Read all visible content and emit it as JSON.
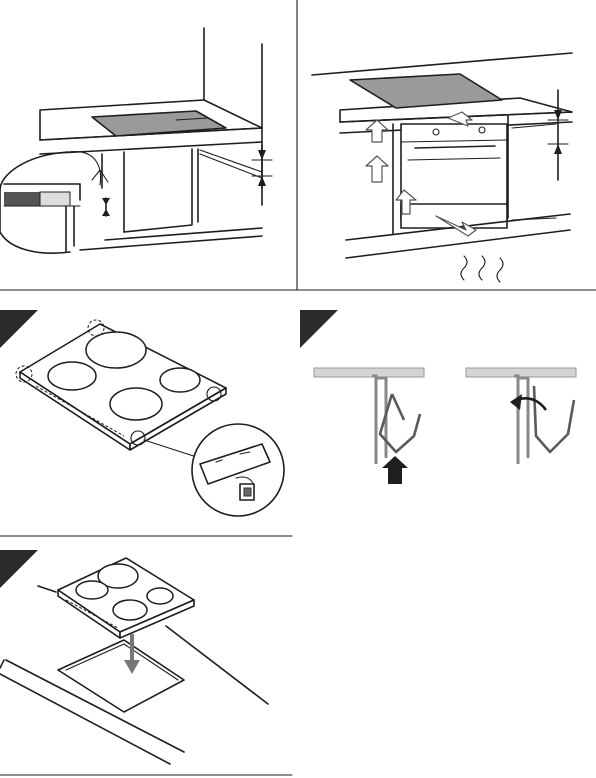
{
  "figures": [
    {
      "id": "clearance-under-worktop",
      "step_marker": ""
    },
    {
      "id": "ventilation-around-oven",
      "step_marker": ""
    },
    {
      "id": "hob-seal-corners",
      "step_marker": ""
    },
    {
      "id": "fixing-clip",
      "step_marker": ""
    },
    {
      "id": "hob-into-cutout",
      "step_marker": ""
    }
  ],
  "colors": {
    "line": "#1e1e1e",
    "glass": "#9a9a9a",
    "bracket": "#888888",
    "marker": "#2b2b2b"
  }
}
